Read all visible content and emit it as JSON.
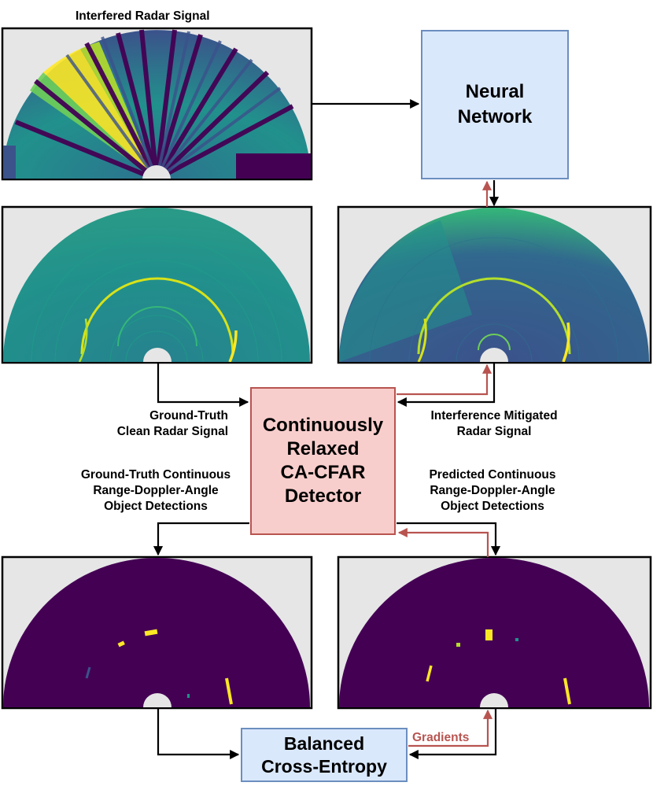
{
  "labels": {
    "interfered": "Interfered Radar Signal",
    "gt_clean": [
      "Ground-Truth",
      "Clean Radar Signal"
    ],
    "mitigated": [
      "Interference Mitigated",
      "Radar Signal"
    ],
    "gt_detections": [
      "Ground-Truth Continuous",
      "Range-Doppler-Angle",
      "Object Detections"
    ],
    "pred_detections": [
      "Predicted Continuous",
      "Range-Doppler-Angle",
      "Object Detections"
    ],
    "gradients": "Gradients"
  },
  "boxes": {
    "neural_network": [
      "Neural",
      "Network"
    ],
    "cfar": [
      "Continuously",
      "Relaxed",
      "CA-CFAR",
      "Detector"
    ],
    "bce": [
      "Balanced",
      "Cross-Entropy"
    ]
  },
  "colors": {
    "viridis_dark": "#440154",
    "viridis_teal": "#21918c",
    "viridis_green": "#35b779",
    "viridis_yellow": "#fde725",
    "panel_background": "#e6e6e6",
    "nn_fill": "#dae8fc",
    "nn_border": "#6c8ebf",
    "cfar_fill": "#f8cecc",
    "cfar_border": "#b85450",
    "gradient_arrow": "#b85450"
  }
}
